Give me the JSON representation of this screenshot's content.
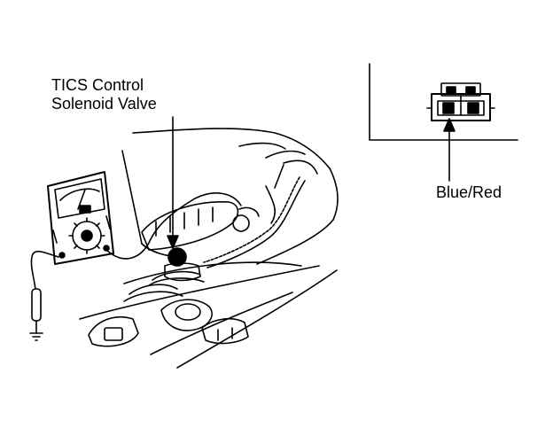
{
  "callouts": {
    "solenoid_line1": "TICS Control",
    "solenoid_line2": "Solenoid Valve",
    "connector_wire": "Blue/Red"
  },
  "colors": {
    "ink": "#000000",
    "paper": "#ffffff"
  },
  "icons": {
    "meter": "multimeter-icon",
    "probe": "test-probe-icon",
    "ground": "ground-symbol-icon",
    "connector": "connector-icon"
  }
}
